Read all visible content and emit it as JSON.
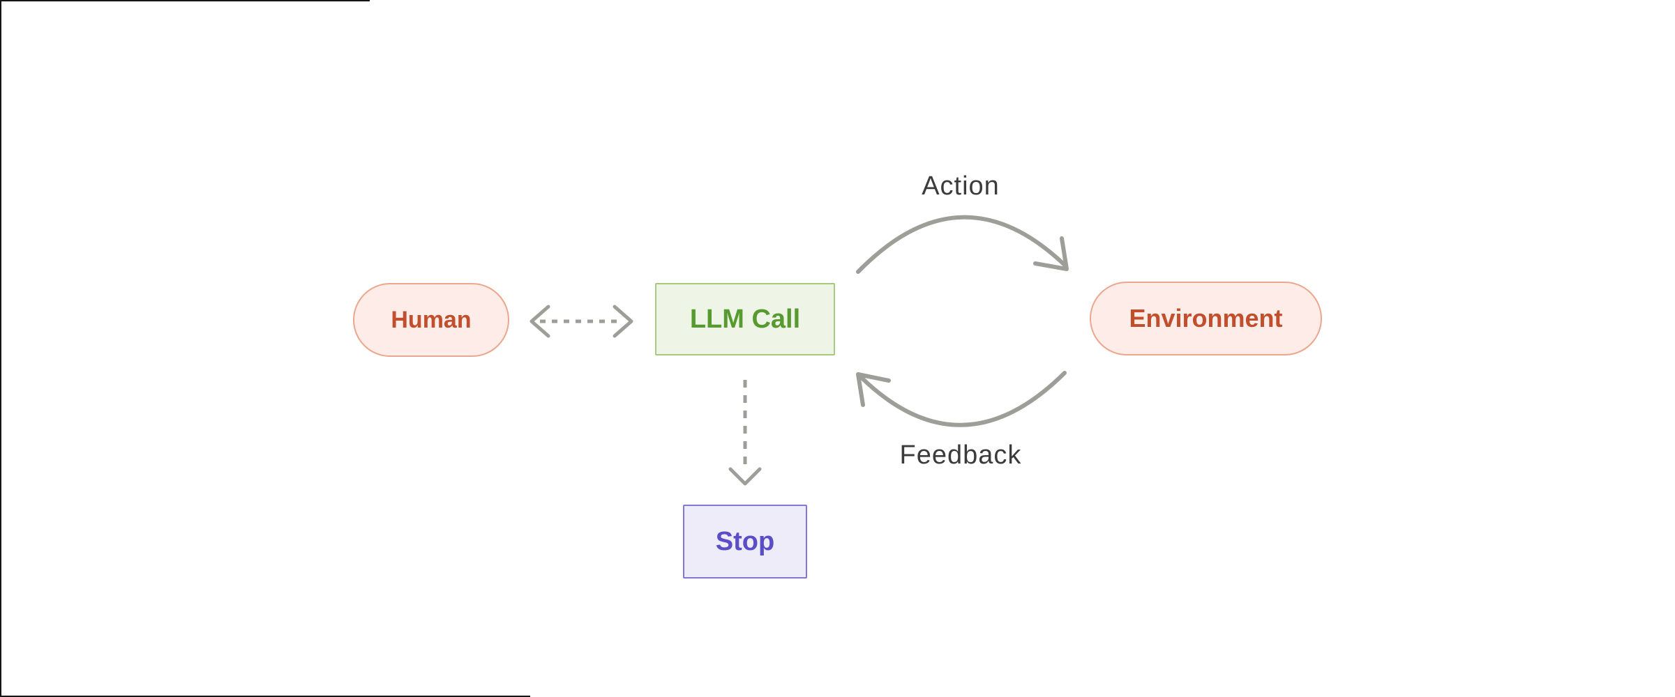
{
  "diagram": {
    "title": "agent-loop",
    "nodes": {
      "human": {
        "label": "Human",
        "shape": "pill",
        "fill": "#fdece7",
        "border": "#eaa78e",
        "text_color": "#c14f2e"
      },
      "llm_call": {
        "label": "LLM Call",
        "shape": "rect",
        "fill": "#eef4e6",
        "border": "#a6c97d",
        "text_color": "#579b30"
      },
      "environment": {
        "label": "Environment",
        "shape": "pill",
        "fill": "#fdece7",
        "border": "#eaa78e",
        "text_color": "#c14f2e"
      },
      "stop": {
        "label": "Stop",
        "shape": "rect",
        "fill": "#edecf8",
        "border": "#8276d6",
        "text_color": "#5b4dc7"
      }
    },
    "edges": [
      {
        "from": "llm_call",
        "to": "environment",
        "label": "Action",
        "style": "solid-curved-arrow"
      },
      {
        "from": "environment",
        "to": "llm_call",
        "label": "Feedback",
        "style": "solid-curved-arrow"
      },
      {
        "from": "human",
        "to": "llm_call",
        "label": "",
        "style": "dashed-double-arrow"
      },
      {
        "from": "llm_call",
        "to": "stop",
        "label": "",
        "style": "dashed-arrow"
      }
    ],
    "labels": {
      "action": "Action",
      "feedback": "Feedback"
    },
    "colors": {
      "arrow_gray": "#9e9e99",
      "edge_label": "#3b3b3b",
      "background": "#ffffff",
      "window_edge": "#151515"
    }
  }
}
